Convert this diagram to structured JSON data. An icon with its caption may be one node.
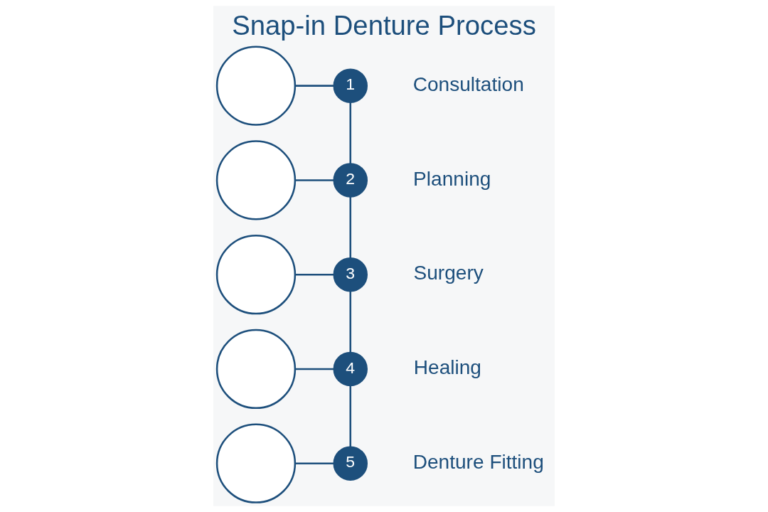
{
  "diagram": {
    "title": "Snap-in Denture Process",
    "nodes": [
      {
        "text": [],
        "shape": "circle"
      },
      {
        "text": [
          "1"
        ],
        "beside": [
          "Consultation"
        ]
      },
      {
        "text": [],
        "shape": "circle"
      },
      {
        "text": [
          "2"
        ],
        "beside": [
          "Planning"
        ]
      },
      {
        "text": [],
        "shape": "circle"
      },
      {
        "text": [
          "3"
        ],
        "beside": [
          "Surgery"
        ]
      },
      {
        "text": [],
        "shape": "circle"
      },
      {
        "text": [
          "4"
        ],
        "beside": [
          "Healing"
        ]
      },
      {
        "text": [],
        "shape": "circle"
      },
      {
        "text": [
          "5"
        ],
        "beside": [
          "Denture Fitting"
        ]
      }
    ],
    "edges": [
      {
        "from": 0,
        "to": 1,
        "arrow": "none"
      },
      {
        "from": 2,
        "to": 3,
        "arrow": "none"
      },
      {
        "from": 4,
        "to": 5,
        "arrow": "none"
      },
      {
        "from": 6,
        "to": 7,
        "arrow": "none"
      },
      {
        "from": 8,
        "to": 9,
        "arrow": "none"
      },
      {
        "from": 1,
        "to": 3,
        "arrow": "none"
      },
      {
        "from": 3,
        "to": 5,
        "arrow": "none"
      },
      {
        "from": 5,
        "to": 7,
        "arrow": "none"
      },
      {
        "from": 7,
        "to": 9,
        "arrow": "none"
      }
    ]
  }
}
